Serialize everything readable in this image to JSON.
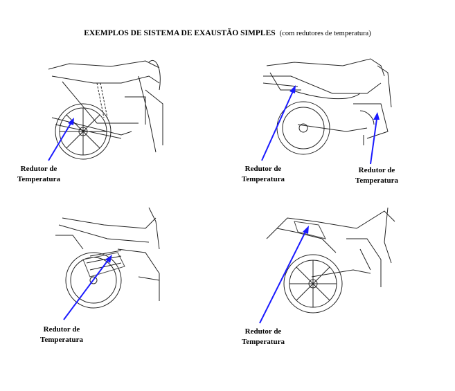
{
  "title": {
    "main": "EXEMPLOS DE SISTEMA DE EXAUSTÃO SIMPLES",
    "sub": "(com redutores de temperatura)"
  },
  "labels": [
    {
      "line1": "Redutor de",
      "line2": "Temperatura"
    },
    {
      "line1": "Redutor de",
      "line2": "Temperatura"
    },
    {
      "line1": "Redutor de",
      "line2": "Temperatura"
    },
    {
      "line1": "Redutor de",
      "line2": "Temperatura"
    },
    {
      "line1": "Redutor de",
      "line2": "Temperatura"
    }
  ],
  "colors": {
    "arrow": "#1a1aff",
    "ink": "#000000"
  }
}
